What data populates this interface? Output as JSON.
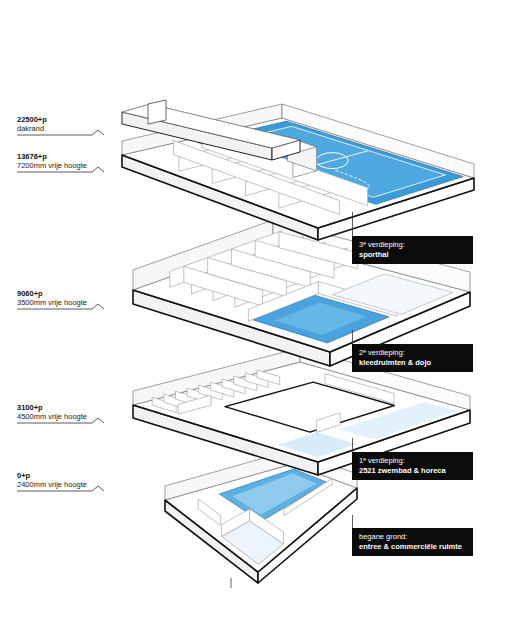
{
  "diagram": {
    "nodes": [
      {
        "text": [
          "3ᵉ verdieping:",
          "sporthal"
        ]
      },
      {
        "text": [
          "2ᵉ verdieping:",
          "kleedruimten & dojo"
        ]
      },
      {
        "text": [
          "1ᵉ verdieping:",
          "2521 zwembad & horeca"
        ]
      },
      {
        "text": [
          "begane grond:",
          "entree & commerciële ruimte"
        ]
      }
    ],
    "labels": [
      "22500+p",
      "dakrand",
      "13676+p",
      "7200mm vrije hoogte",
      "9060+p",
      "3500mm vrije hoogte",
      "3100+p",
      "4500mm vrije hoogte",
      "0+p",
      "2400mm vrije hoogte"
    ]
  }
}
